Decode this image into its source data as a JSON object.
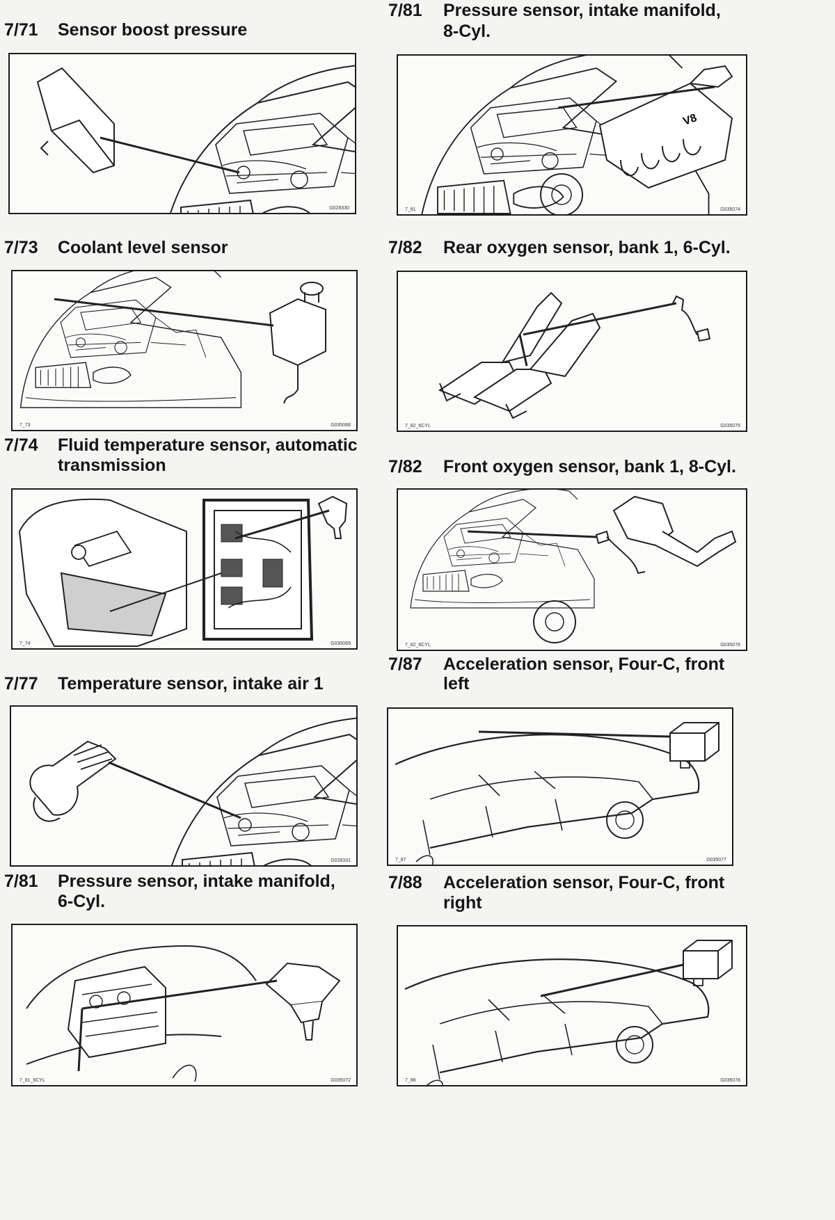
{
  "entries": [
    {
      "code": "7/71",
      "title_lines": [
        "Sensor boost pressure"
      ],
      "fig_left": "",
      "fig_right": "G028330"
    },
    {
      "code": "7/81",
      "title_lines": [
        "Pressure sensor, intake manifold,",
        "8-Cyl."
      ],
      "fig_left": "7_81",
      "fig_right": "G035074"
    },
    {
      "code": "7/73",
      "title_lines": [
        "Coolant level sensor"
      ],
      "fig_left": "7_73",
      "fig_right": "G035068"
    },
    {
      "code": "7/82",
      "title_lines": [
        "Rear oxygen sensor, bank 1, 6-Cyl."
      ],
      "fig_left": "7_82_6CYL",
      "fig_right": "G035075"
    },
    {
      "code": "7/74",
      "title_lines": [
        "Fluid temperature sensor, automatic",
        "transmission"
      ],
      "fig_left": "7_74",
      "fig_right": "G035069"
    },
    {
      "code": "7/82",
      "title_lines": [
        "Front oxygen sensor, bank 1, 8-Cyl."
      ],
      "fig_left": "7_82_8CYL",
      "fig_right": "G035076"
    },
    {
      "code": "7/77",
      "title_lines": [
        "Temperature sensor, intake air 1"
      ],
      "fig_left": "",
      "fig_right": "G028331"
    },
    {
      "code": "7/87",
      "title_lines": [
        "Acceleration sensor, Four-C, front",
        "left"
      ],
      "fig_left": "7_87",
      "fig_right": "G035077"
    },
    {
      "code": "7/81",
      "title_lines": [
        "Pressure sensor, intake manifold,",
        "6-Cyl."
      ],
      "fig_left": "7_81_6CYL",
      "fig_right": "G035072"
    },
    {
      "code": "7/88",
      "title_lines": [
        "Acceleration sensor, Four-C, front",
        "right"
      ],
      "fig_left": "7_88",
      "fig_right": "G035078"
    }
  ],
  "engine_badge": "V8"
}
